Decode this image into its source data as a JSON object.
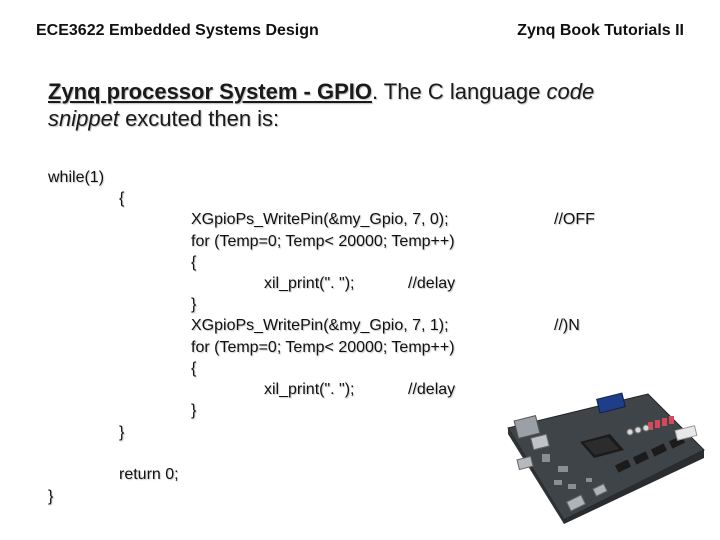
{
  "header": {
    "left": "ECE3622 Embedded Systems Design",
    "right": "Zynq Book Tutorials II"
  },
  "title": {
    "bold_underlined": "Zynq processor System - GPIO",
    "after_bold": ". The C language ",
    "italic_code": "code",
    "line2_italic": "snippet",
    "line2_rest": " excuted then is:"
  },
  "code": {
    "while": "while(1)",
    "open_brace_outer": "{",
    "write_off": "XGpioPs_WritePin(&my_Gpio, 7, 0);",
    "comment_off": "//OFF",
    "for_1": "for (Temp=0; Temp< 20000; Temp++)",
    "open_brace_1": "{",
    "print_1": "xil_print(\". \");",
    "comment_delay_1": "//delay",
    "close_brace_1": "}",
    "write_on": "XGpioPs_WritePin(&my_Gpio, 7, 1);",
    "comment_on": "//)N",
    "for_2": "for (Temp=0; Temp< 20000; Temp++)",
    "open_brace_2": "{",
    "print_2": "xil_print(\". \");",
    "comment_delay_2": "//delay",
    "close_brace_2": "}",
    "close_brace_while": "}",
    "return": "return 0;",
    "close_brace_main": "}"
  },
  "colors": {
    "board_pcb": "#3f4448",
    "board_header": "#1b1b1b",
    "board_switch": "#d24a5a",
    "board_led_panel": "#e8e8e8"
  }
}
